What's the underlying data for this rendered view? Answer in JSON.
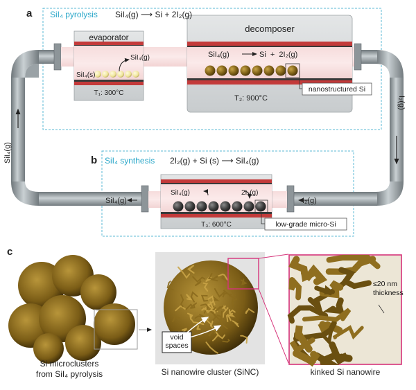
{
  "panel_a": {
    "letter": "a",
    "title": "SiI₄ pyrolysis",
    "equation": "SiI₄(g) ⟶ Si + 2I₂(g)",
    "evaporator": {
      "label": "evaporator",
      "product": "SiI₄(g)",
      "solid": "SiI₄(s)",
      "temperature": "T₁: 300°C"
    },
    "decomposer": {
      "label": "decomposer",
      "reaction_left": "SiI₄(g)",
      "reaction_right": "Si  +  2I₂(g)",
      "temperature": "T₂: 900°C",
      "callout": "nanostructured Si"
    }
  },
  "pipes": {
    "left_label": "SiI₄(g)",
    "right_label": "I₂(g)"
  },
  "panel_b": {
    "letter": "b",
    "title": "SiI₄ synthesis",
    "equation": "2I₂(g) + Si (s) ⟶ SiI₄(g)",
    "reaction_left": "SiI₄(g)",
    "reaction_right": "2I₂(g)",
    "outlet": "SiI₄(g)",
    "inlet": "I₂(g)",
    "temperature": "T₃: 600°C",
    "callout": "low-grade micro-Si"
  },
  "panel_c": {
    "letter": "c",
    "captions": [
      "Si microclusters\nfrom SiI₄ pyrolysis",
      "Si nanowire cluster (SiNC)",
      "kinked Si nanowire"
    ],
    "void_label": "void\nspaces",
    "thickness_label": "≤20 nm\nthickness"
  },
  "colors": {
    "title_accent": "#2aa7c9",
    "frame_dashed": "#5bb8d6",
    "tube_red": "#c33a3a",
    "pipe": "#8e979c",
    "silicon_gold": "#8a6d1e",
    "zoom_magenta": "#d6337a"
  }
}
